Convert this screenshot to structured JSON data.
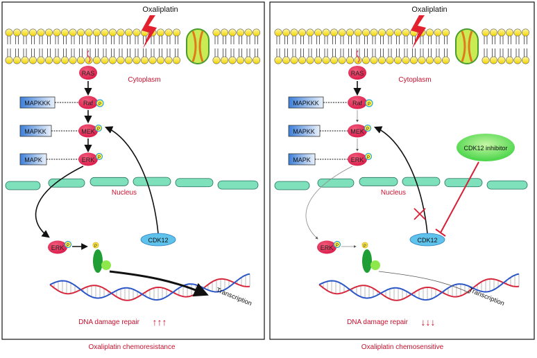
{
  "panels": [
    {
      "drug": "Oxaliplatin",
      "cytoplasm": "Cytoplasm",
      "nucleus": "Nucleus",
      "ras": "RAS",
      "raf": "Raf",
      "mek": "MEK",
      "erk": "ERK",
      "erk_nuclear": "ERK",
      "phospho": "P",
      "mapkkk": "MAPKKK",
      "mapkk": "MAPKK",
      "mapk": "MAPK",
      "cdk12": "CDK12",
      "transcription": "Transcription",
      "repair": "DNA damage repair",
      "repair_arrows": "↑↑↑",
      "caption": "Oxaliplatin chemoresistance"
    },
    {
      "drug": "Oxaliplatin",
      "cytoplasm": "Cytoplasm",
      "nucleus": "Nucleus",
      "ras": "RAS",
      "raf": "Raf",
      "mek": "MEK",
      "erk": "ERK",
      "erk_nuclear": "ERK",
      "phospho": "P",
      "mapkkk": "MAPKKK",
      "mapkk": "MAPKK",
      "mapk": "MAPK",
      "cdk12": "CDK12",
      "inhibitor": "CDK12 inhibitor",
      "transcription": "Transcription",
      "repair": "DNA damage repair",
      "repair_arrows": "↓↓↓",
      "caption": "Oxaliplatin chemosensitive"
    }
  ],
  "colors": {
    "node": "#e8335b",
    "phospho": "#fff04d",
    "lipid": "#ffec3d",
    "kinase_box": "#3d7fd9",
    "nucleus_envelope": "#7fe0bc",
    "inhibitor": "#6ee06e",
    "alert": "#d81e34",
    "dna_red": "#d6283c",
    "dna_blue": "#2b56c8"
  }
}
